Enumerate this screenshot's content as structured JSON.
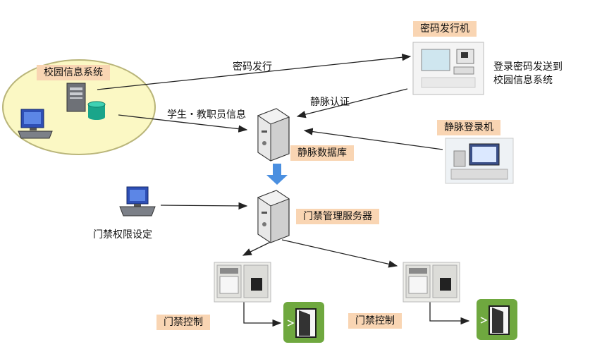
{
  "labels": {
    "campus_system": "校园信息系统",
    "password_machine": "密码发行机",
    "password_issue": "密码发行",
    "login_send_line1": "登录密码发送到",
    "login_send_line2": "校园信息系统",
    "vein_auth": "静脉认证",
    "student_staff_info": "学生・教职员信息",
    "vein_database": "静脉数据库",
    "vein_login_machine": "静脉登录机",
    "access_server": "门禁管理服务器",
    "access_permission": "门禁权限设定",
    "access_control_left": "门禁控制",
    "access_control_right": "门禁控制"
  },
  "colors": {
    "tag_bg": "#f9d5b3",
    "ellipse_fill": "#fbf8c4",
    "ellipse_stroke": "#b9b57a",
    "door_green": "#6fa83f",
    "arrow": "#222222",
    "down_arrow": "#4a8fe0"
  }
}
